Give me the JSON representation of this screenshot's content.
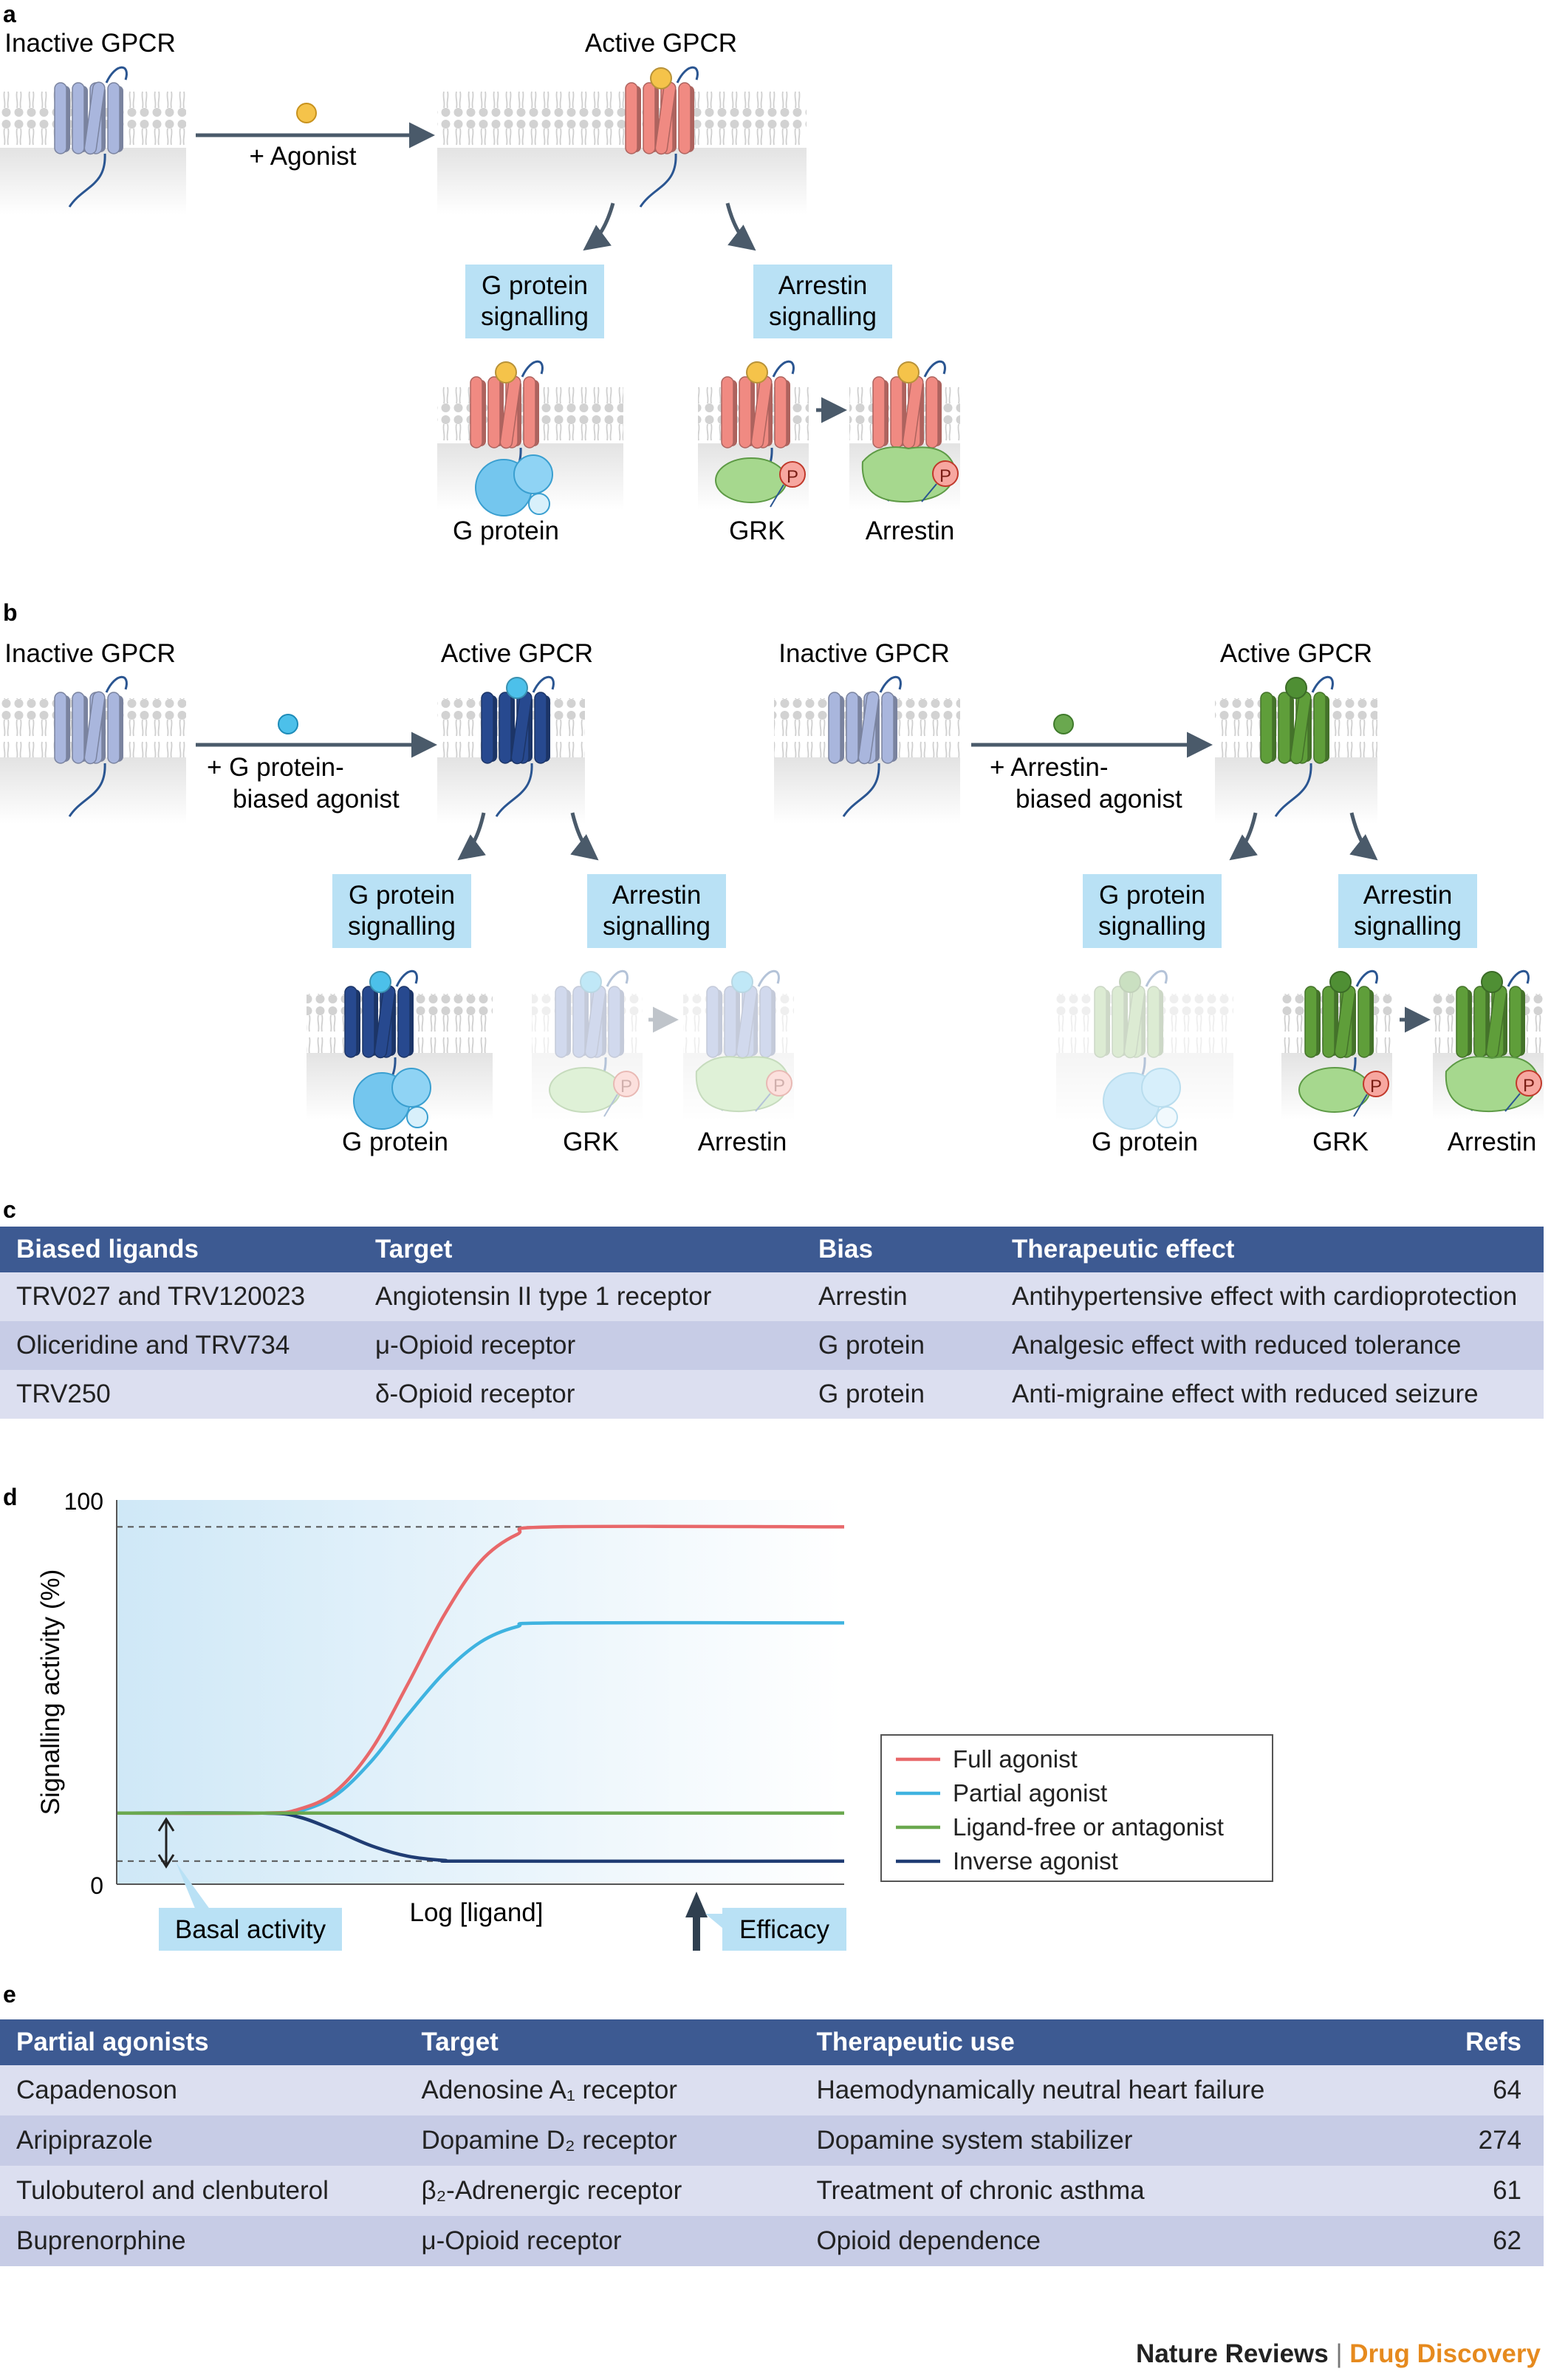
{
  "panels": {
    "a": {
      "letter": "a",
      "inactive": "Inactive GPCR",
      "active": "Active GPCR",
      "agonist": "+ Agonist",
      "gprot_box": [
        "G protein",
        "signalling"
      ],
      "arrestin_box": [
        "Arrestin",
        "signalling"
      ],
      "labels": {
        "gprotein": "G protein",
        "grk": "GRK",
        "arrestin": "Arrestin",
        "p": "P"
      }
    },
    "b": {
      "letter": "b",
      "left": {
        "inactive": "Inactive GPCR",
        "active": "Active GPCR",
        "agonist_line1": "+ G protein-",
        "agonist_line2": "biased agonist",
        "gprot_box": [
          "G protein",
          "signalling"
        ],
        "arrestin_box": [
          "Arrestin",
          "signalling"
        ],
        "labels": {
          "gprotein": "G protein",
          "grk": "GRK",
          "arrestin": "Arrestin"
        }
      },
      "right": {
        "inactive": "Inactive GPCR",
        "active": "Active GPCR",
        "agonist_line1": "+ Arrestin-",
        "agonist_line2": "biased agonist",
        "gprot_box": [
          "G protein",
          "signalling"
        ],
        "arrestin_box": [
          "Arrestin",
          "signalling"
        ],
        "labels": {
          "gprotein": "G protein",
          "grk": "GRK",
          "arrestin": "Arrestin"
        }
      }
    },
    "c": {
      "letter": "c",
      "headers": [
        "Biased ligands",
        "Target",
        "Bias",
        "Therapeutic effect"
      ],
      "rows": [
        [
          "TRV027 and TRV120023",
          "Angiotensin II type 1 receptor",
          "Arrestin",
          "Antihypertensive effect with cardioprotection"
        ],
        [
          "Oliceridine and TRV734",
          "μ-Opioid receptor",
          "G protein",
          "Analgesic effect with reduced tolerance"
        ],
        [
          "TRV250",
          "δ-Opioid receptor",
          "G protein",
          "Anti-migraine effect with reduced seizure"
        ]
      ]
    },
    "d": {
      "letter": "d",
      "basal_label": "Basal activity",
      "efficacy_label": "Efficacy"
    },
    "e": {
      "letter": "e",
      "headers": [
        "Partial agonists",
        "Target",
        "Therapeutic use",
        "Refs"
      ],
      "rows": [
        [
          "Capadenoson",
          "Adenosine A₁ receptor",
          "Haemodynamically neutral heart failure",
          "64"
        ],
        [
          "Aripiprazole",
          "Dopamine D₂ receptor",
          "Dopamine system stabilizer",
          "274"
        ],
        [
          "Tulobuterol and clenbuterol",
          "β₂-Adrenergic receptor",
          "Treatment of chronic asthma",
          "61"
        ],
        [
          "Buprenorphine",
          "μ-Opioid receptor",
          "Opioid dependence",
          "62"
        ]
      ]
    }
  },
  "chart_data": {
    "type": "line",
    "xlabel": "Log [ligand]",
    "ylabel": "Signalling activity (%)",
    "ylim": [
      0,
      100
    ],
    "yticks": [
      0,
      100
    ],
    "grid": false,
    "legend_position": "right",
    "x_range": [
      0,
      100
    ],
    "series": [
      {
        "name": "Full agonist",
        "color": "#e8686a",
        "x": [
          0,
          20,
          25,
          30,
          35,
          40,
          45,
          50,
          55,
          60,
          100
        ],
        "y": [
          18.5,
          18.5,
          19.5,
          24,
          35,
          52,
          70,
          84,
          91,
          93,
          93
        ]
      },
      {
        "name": "Partial agonist",
        "color": "#3fb3e0",
        "x": [
          0,
          20,
          25,
          30,
          35,
          40,
          45,
          50,
          55,
          60,
          100
        ],
        "y": [
          18.5,
          18.5,
          19,
          23,
          32,
          44,
          55,
          63,
          67,
          68,
          68
        ]
      },
      {
        "name": "Ligand-free or antagonist",
        "color": "#6aa84f",
        "x": [
          0,
          100
        ],
        "y": [
          18.5,
          18.5
        ]
      },
      {
        "name": "Inverse agonist",
        "color": "#1f3c73",
        "x": [
          0,
          20,
          25,
          30,
          35,
          40,
          45,
          50,
          100
        ],
        "y": [
          18.5,
          18.5,
          17.5,
          14,
          10,
          7.3,
          6.2,
          6,
          6
        ]
      }
    ],
    "reference_lines": [
      93,
      6
    ]
  },
  "footer": {
    "journal": "Nature Reviews",
    "separator": "|",
    "subjournal": "Drug Discovery"
  },
  "colors": {
    "inactive": "#a9b6dd",
    "active_red": "#f08a82",
    "g_biased": "#27498f",
    "arrestin_biased": "#5f9e3a",
    "gprotein": "#74c6ee",
    "grk": "#a6d88e",
    "phospho": "#f7a7a0",
    "label_box": "#b9e1f5",
    "table_head": "#3d5a92"
  }
}
